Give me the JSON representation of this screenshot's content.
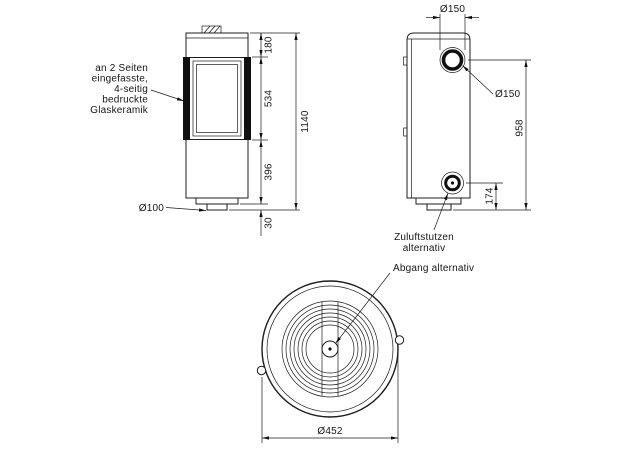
{
  "front_view": {
    "glass_note_lines": [
      "an 2 Seiten",
      "eingefasste,",
      "4-seitig",
      "bedruckte",
      "Glaskeramik"
    ],
    "dims": {
      "top_section": "180",
      "glass_height": "534",
      "lower_section": "396",
      "overall_height": "1140",
      "base_height": "30",
      "base_diameter": "Ø100"
    }
  },
  "rear_view": {
    "dims": {
      "flue_top_diameter": "Ø150",
      "flue_rear_diameter": "Ø150",
      "flue_center_height": "958",
      "intake_center_height": "174"
    },
    "intake_note_lines": [
      "Zuluftstutzen",
      "alternativ"
    ]
  },
  "top_view": {
    "outlet_note": "Abgang alternativ",
    "dims": {
      "outer_diameter": "Ø452"
    }
  }
}
